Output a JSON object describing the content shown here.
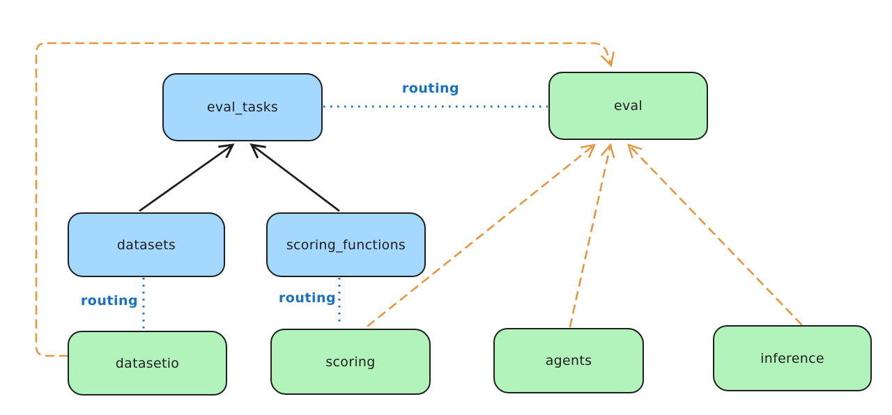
{
  "diagram": {
    "kind": "architecture-diagram",
    "colors": {
      "stroke": "#1e1e1e",
      "blue_fill": "#a5d8ff",
      "green_fill": "#b2f2bb",
      "orange": "#e8953d",
      "routing_blue": "#1971c2",
      "bg": "#ffffff"
    },
    "nodes": [
      {
        "id": "eval_tasks",
        "label": "eval_tasks",
        "fill": "blue"
      },
      {
        "id": "eval",
        "label": "eval",
        "fill": "green"
      },
      {
        "id": "datasets",
        "label": "datasets",
        "fill": "blue"
      },
      {
        "id": "scoring_functions",
        "label": "scoring_functions",
        "fill": "blue"
      },
      {
        "id": "datasetio",
        "label": "datasetio",
        "fill": "green"
      },
      {
        "id": "scoring",
        "label": "scoring",
        "fill": "green"
      },
      {
        "id": "agents",
        "label": "agents",
        "fill": "green"
      },
      {
        "id": "inference",
        "label": "inference",
        "fill": "green"
      }
    ],
    "edges": [
      {
        "from": "datasets",
        "to": "eval_tasks",
        "style": "solid",
        "color": "black",
        "arrow": true
      },
      {
        "from": "scoring_functions",
        "to": "eval_tasks",
        "style": "solid",
        "color": "black",
        "arrow": true
      },
      {
        "from": "eval_tasks",
        "to": "eval",
        "style": "dotted",
        "color": "blue",
        "arrow": false,
        "label": "routing"
      },
      {
        "from": "datasets",
        "to": "datasetio",
        "style": "dotted",
        "color": "blue",
        "arrow": false,
        "label": "routing"
      },
      {
        "from": "scoring_functions",
        "to": "scoring",
        "style": "dotted",
        "color": "blue",
        "arrow": false,
        "label": "routing"
      },
      {
        "from": "scoring",
        "to": "eval",
        "style": "dashed",
        "color": "orange",
        "arrow": true
      },
      {
        "from": "agents",
        "to": "eval",
        "style": "dashed",
        "color": "orange",
        "arrow": true
      },
      {
        "from": "inference",
        "to": "eval",
        "style": "dashed",
        "color": "orange",
        "arrow": true
      },
      {
        "from": "datasetio",
        "to": "eval",
        "style": "dashed",
        "color": "orange",
        "arrow": true,
        "route": "around-top-left"
      }
    ]
  }
}
